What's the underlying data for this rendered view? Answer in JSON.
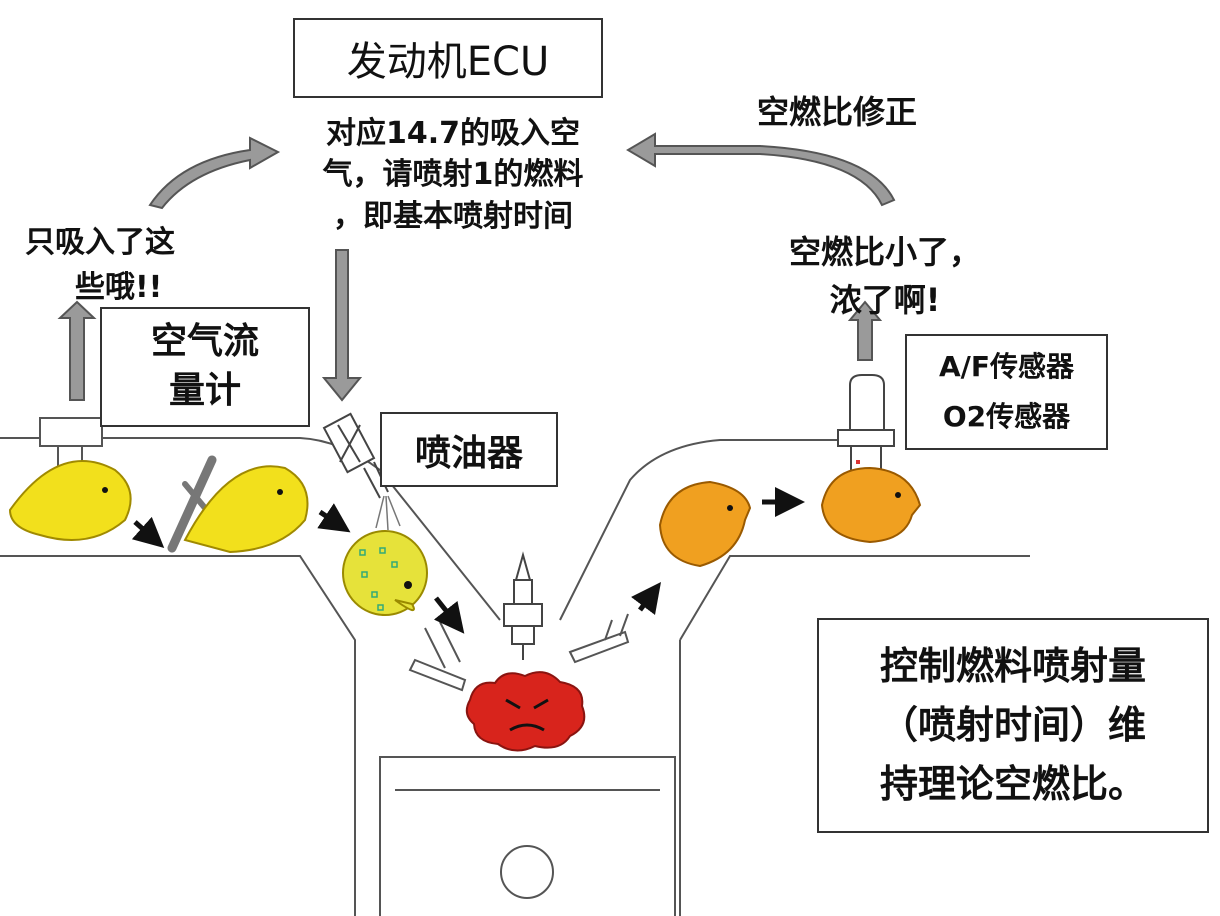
{
  "ecu": {
    "title": "发动机ECU"
  },
  "ecu_message": {
    "lines": [
      "对应14.7的吸入空",
      "气，请喷射1的燃料",
      "，即基本喷射时间"
    ]
  },
  "feedback": {
    "label": "空燃比修正"
  },
  "air_intake_speech": {
    "lines": [
      "只吸入了这",
      "些哦!!"
    ]
  },
  "rich_speech": {
    "lines": [
      "空燃比小了，",
      "浓了啊!"
    ]
  },
  "air_flow_meter": {
    "lines": [
      "空气流",
      "量计"
    ]
  },
  "injector": {
    "label": "喷油器"
  },
  "sensor": {
    "line1": "A/F传感器",
    "line2": "O2传感器"
  },
  "control": {
    "lines": [
      "控制燃料喷射量",
      "（喷射时间）维",
      "持理论空燃比。"
    ]
  },
  "colors": {
    "air_yellow": "#f2e01c",
    "mixture_yellow": "#e6e23a",
    "exhaust_orange": "#f0a020",
    "combustion_red": "#d8241c",
    "arrow_grey": "#9a9a9a"
  }
}
